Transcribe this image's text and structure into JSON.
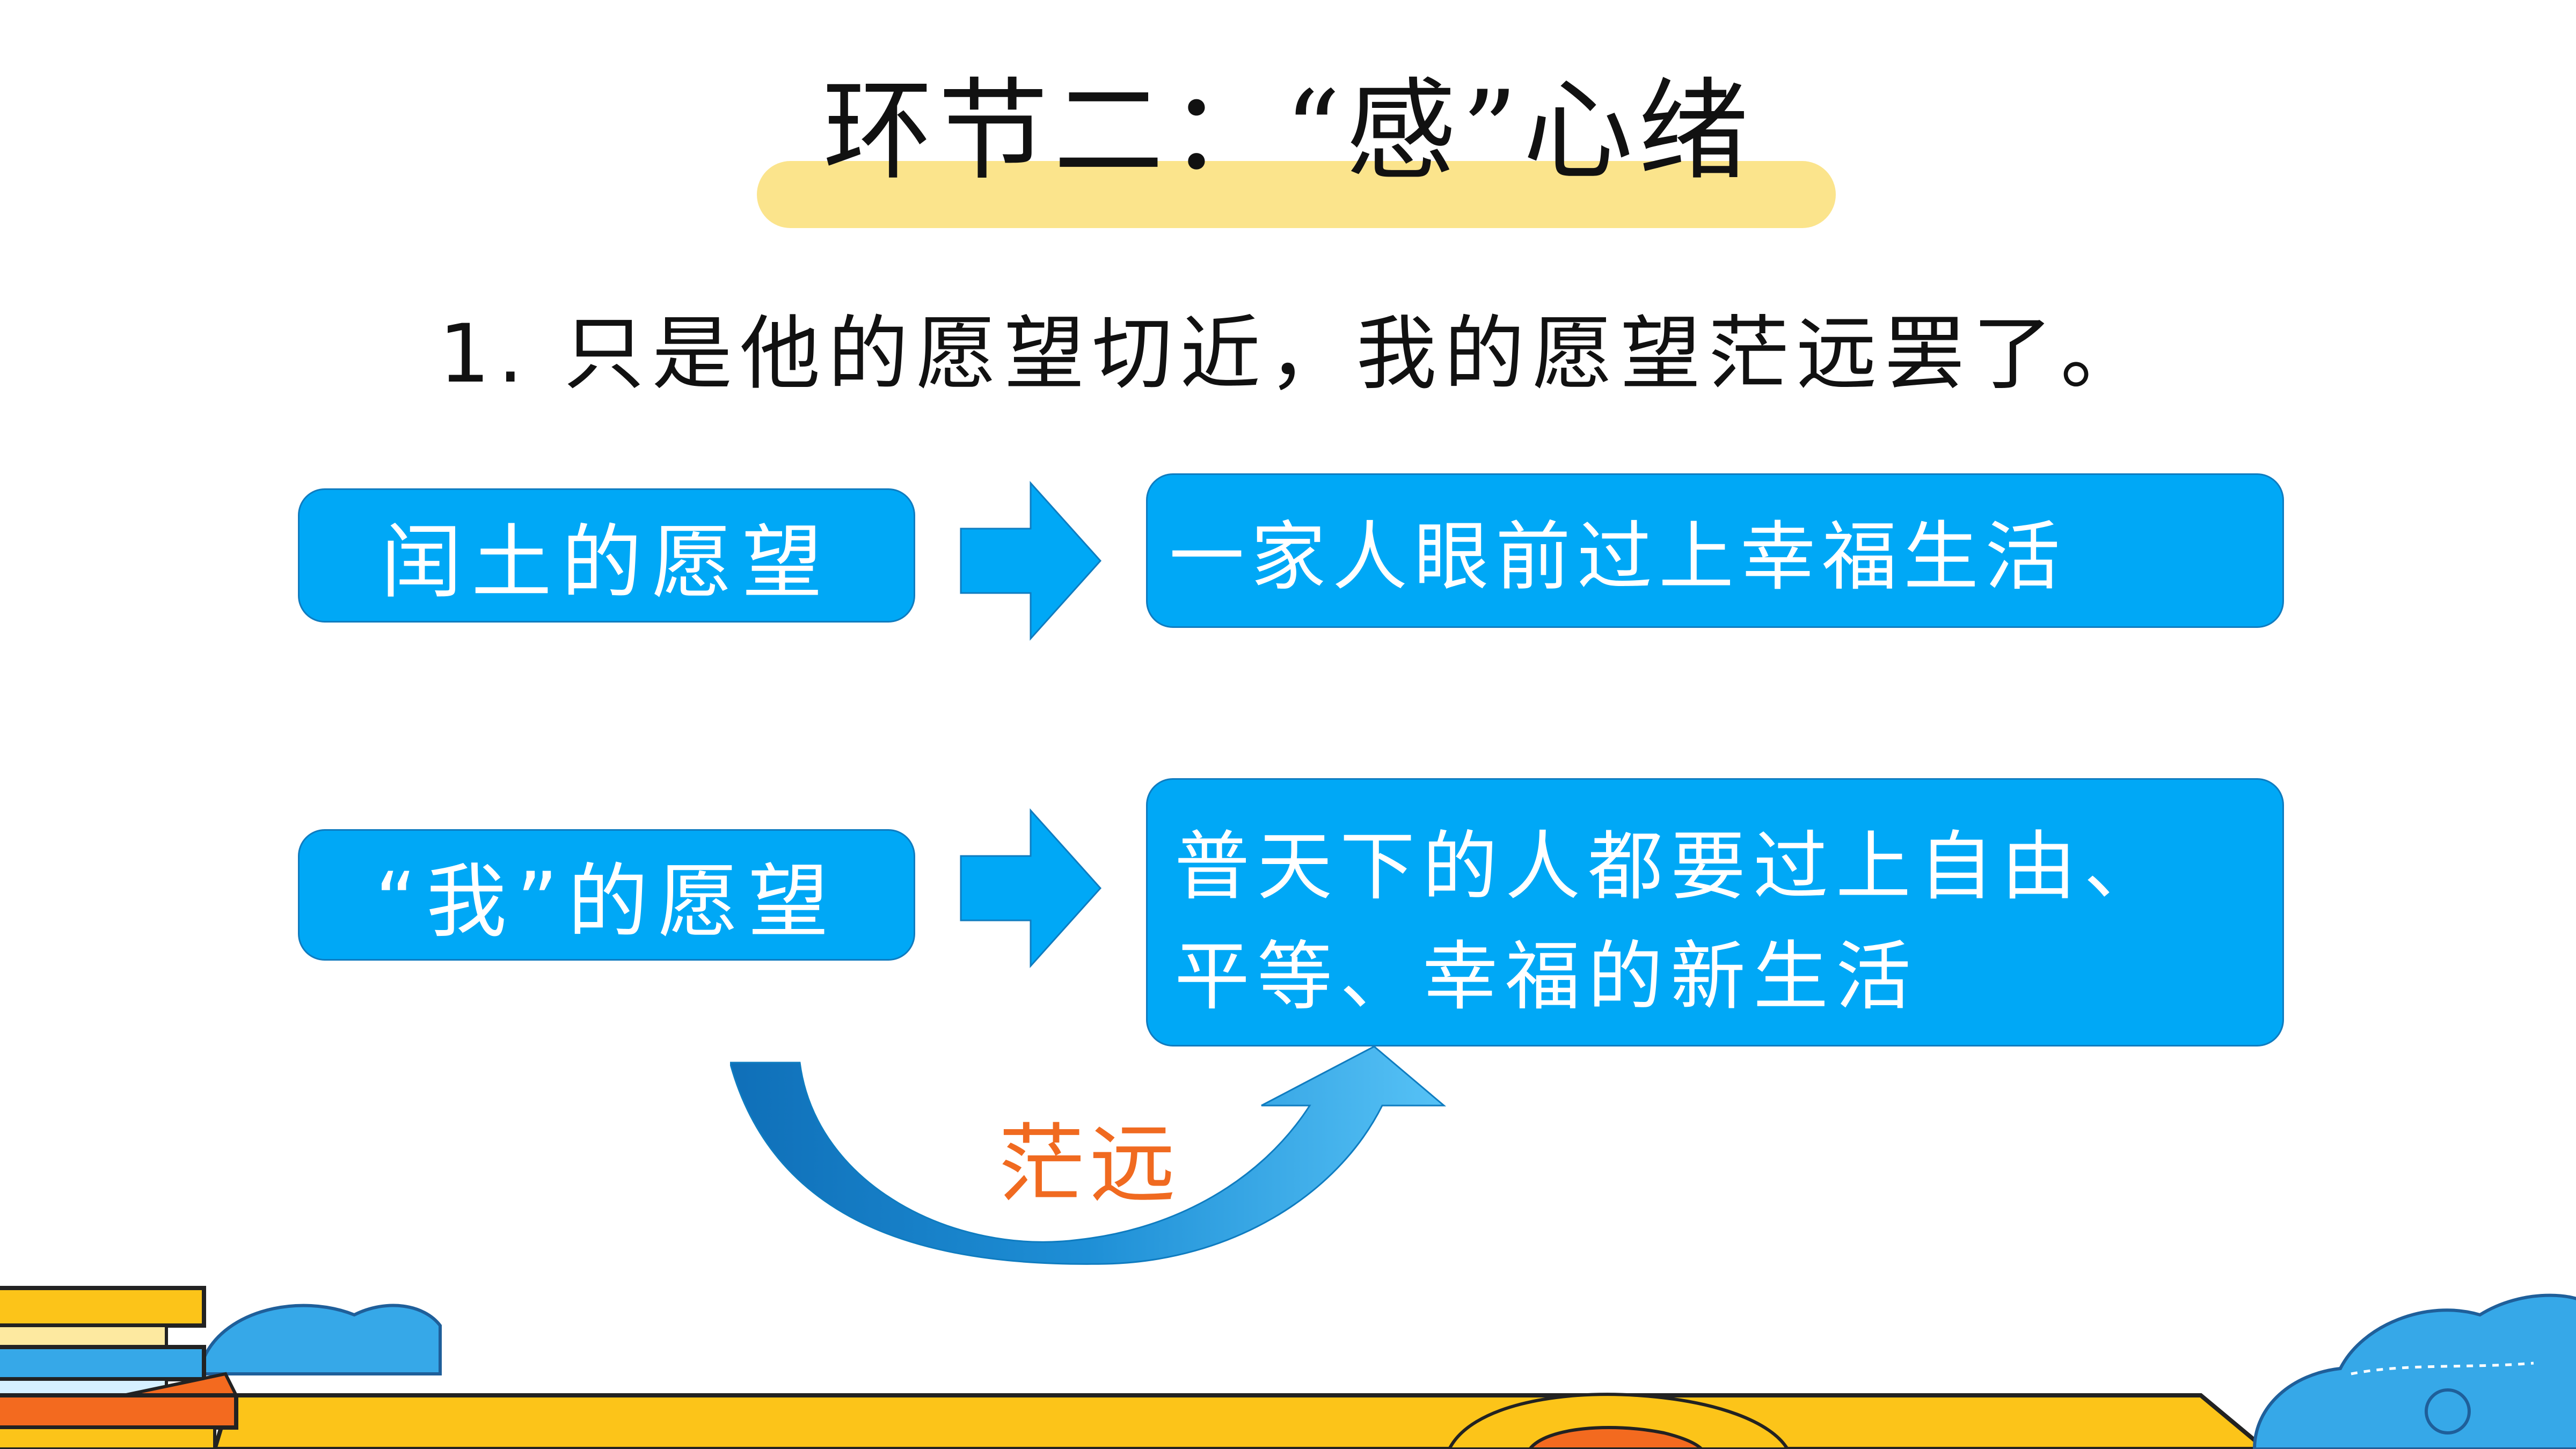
{
  "title": "环节二：“感”心绪",
  "quote": "1. 只是他的愿望切近，我的愿望茫远罢了。",
  "rows": [
    {
      "label": "闰土的愿望",
      "wish": "一家人眼前过上幸福生活"
    },
    {
      "label": "“我”的愿望",
      "wish_lines": [
        "普天下的人都要过上自由、",
        "平等、幸福的新生活"
      ]
    }
  ],
  "curve_label": "茫远",
  "colors": {
    "box_fill": "#00a8f6",
    "box_border": "#0f7cc0",
    "title_highlight": "#fbe48c",
    "accent_orange": "#f06a20",
    "deco_yellow": "#fcc419",
    "deco_blue": "#36a8e8"
  }
}
